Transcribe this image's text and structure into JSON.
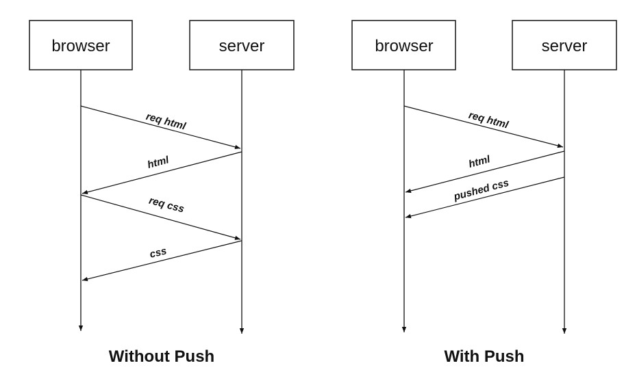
{
  "diagrams": [
    {
      "caption": "Without Push",
      "actors": [
        "browser",
        "server"
      ],
      "messages": [
        {
          "label": "req html",
          "from": "browser",
          "to": "server"
        },
        {
          "label": "html",
          "from": "server",
          "to": "browser"
        },
        {
          "label": "req css",
          "from": "browser",
          "to": "server"
        },
        {
          "label": "css",
          "from": "server",
          "to": "browser"
        }
      ]
    },
    {
      "caption": "With Push",
      "actors": [
        "browser",
        "server"
      ],
      "messages": [
        {
          "label": "req html",
          "from": "browser",
          "to": "server"
        },
        {
          "label": "html",
          "from": "server",
          "to": "browser"
        },
        {
          "label": "pushed css",
          "from": "server",
          "to": "browser"
        }
      ]
    }
  ]
}
